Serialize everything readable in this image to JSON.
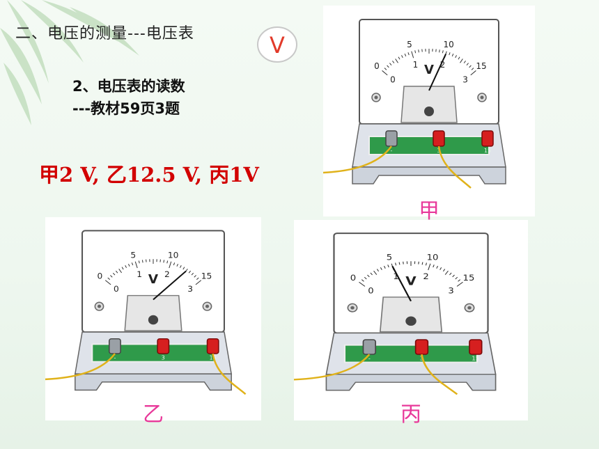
{
  "slide": {
    "heading": "二、电压的测量---电压表",
    "badge": "V",
    "sub1": "2、电压表的读数",
    "sub2": "---教材59页3题",
    "answer": "甲2 V,  乙12.5 V,   丙1V"
  },
  "meters": [
    {
      "caption": "甲",
      "needle_value": 2.0,
      "range": 3,
      "unit": "V",
      "scale_top": [
        "0",
        "5",
        "10",
        "15"
      ],
      "scale_bottom": [
        "0",
        "1",
        "2",
        "3"
      ],
      "terminals": [
        "-",
        "3",
        "15"
      ],
      "connected": [
        "-",
        "3"
      ]
    },
    {
      "caption": "乙",
      "needle_value": 2.5,
      "range": 15,
      "unit": "V",
      "scale_top": [
        "0",
        "5",
        "10",
        "15"
      ],
      "scale_bottom": [
        "0",
        "1",
        "2",
        "3"
      ],
      "terminals": [
        "-",
        "3",
        "15"
      ],
      "connected": [
        "-",
        "15"
      ]
    },
    {
      "caption": "丙",
      "needle_value": 1.0,
      "range": 3,
      "unit": "V",
      "scale_top": [
        "0",
        "5",
        "10",
        "15"
      ],
      "scale_bottom": [
        "0",
        "1",
        "2",
        "3"
      ],
      "terminals": [
        "-",
        "3",
        "15"
      ],
      "connected": [
        "-",
        "3"
      ]
    }
  ],
  "colors": {
    "answer": "#d20000",
    "caption": "#e8399a",
    "badge": "#e23a2a"
  }
}
